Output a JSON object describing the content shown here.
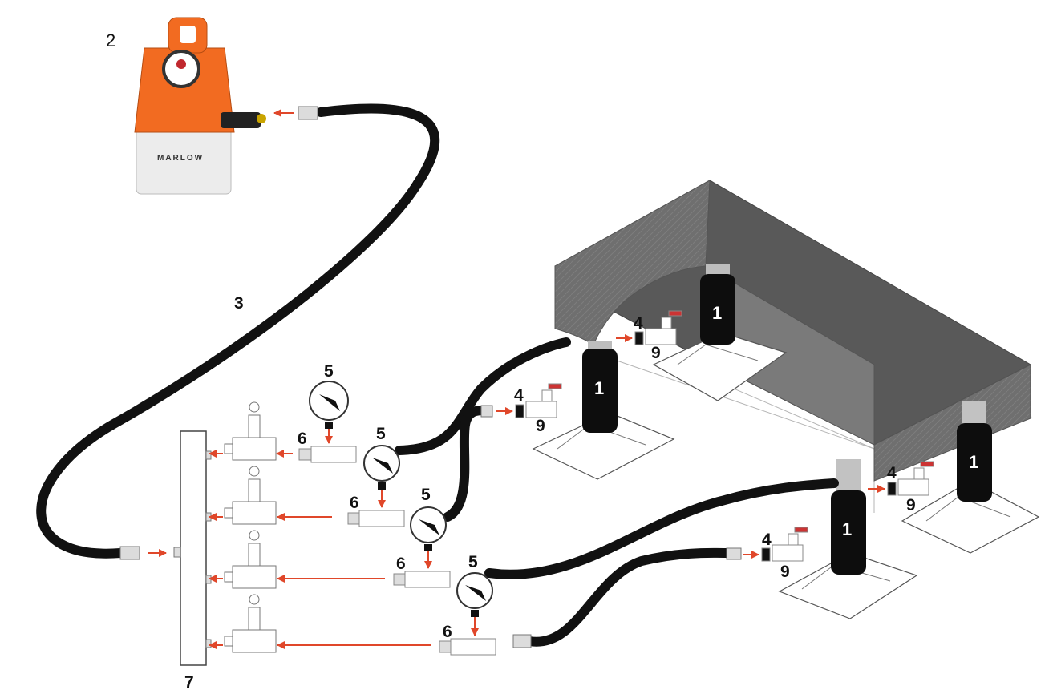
{
  "labels": {
    "jack": "1",
    "pump": "2",
    "hose": "3",
    "coupler": "4",
    "gauge": "5",
    "gauge_adaptor": "6",
    "manifold": "7",
    "needle_valve": "9"
  },
  "pump_brand": "MARLOW",
  "colors": {
    "pump_orange": "#f26b21",
    "hose_black": "#111111",
    "arrow_red": "#e0472a",
    "structure_grey": "#6e6e6e"
  }
}
